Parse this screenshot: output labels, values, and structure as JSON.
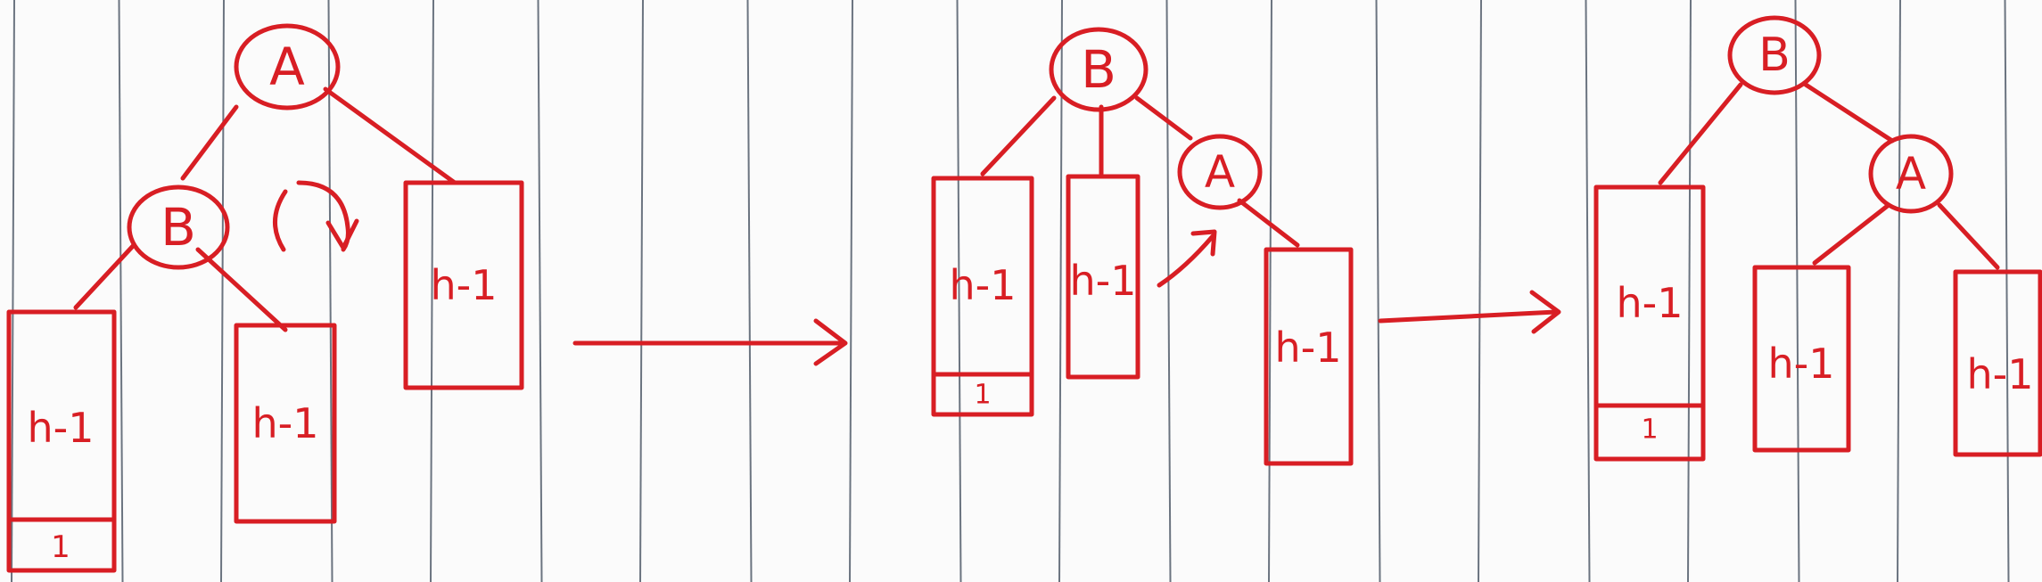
{
  "ink_color": "#d81e24",
  "stages": [
    {
      "nodes": [
        {
          "id": "A",
          "label": "A"
        },
        {
          "id": "B",
          "label": "B"
        }
      ],
      "subtrees": [
        {
          "label": "h-1",
          "extra": "1"
        },
        {
          "label": "h-1"
        },
        {
          "label": "h-1"
        }
      ]
    },
    {
      "nodes": [
        {
          "id": "B",
          "label": "B"
        },
        {
          "id": "A",
          "label": "A"
        }
      ],
      "subtrees": [
        {
          "label": "h-1",
          "extra": "1"
        },
        {
          "label": "h-1"
        },
        {
          "label": "h-1"
        }
      ]
    },
    {
      "nodes": [
        {
          "id": "B",
          "label": "B"
        },
        {
          "id": "A",
          "label": "A"
        }
      ],
      "subtrees": [
        {
          "label": "h-1",
          "extra": "1"
        },
        {
          "label": "h-1"
        },
        {
          "label": "h-1"
        }
      ]
    }
  ]
}
